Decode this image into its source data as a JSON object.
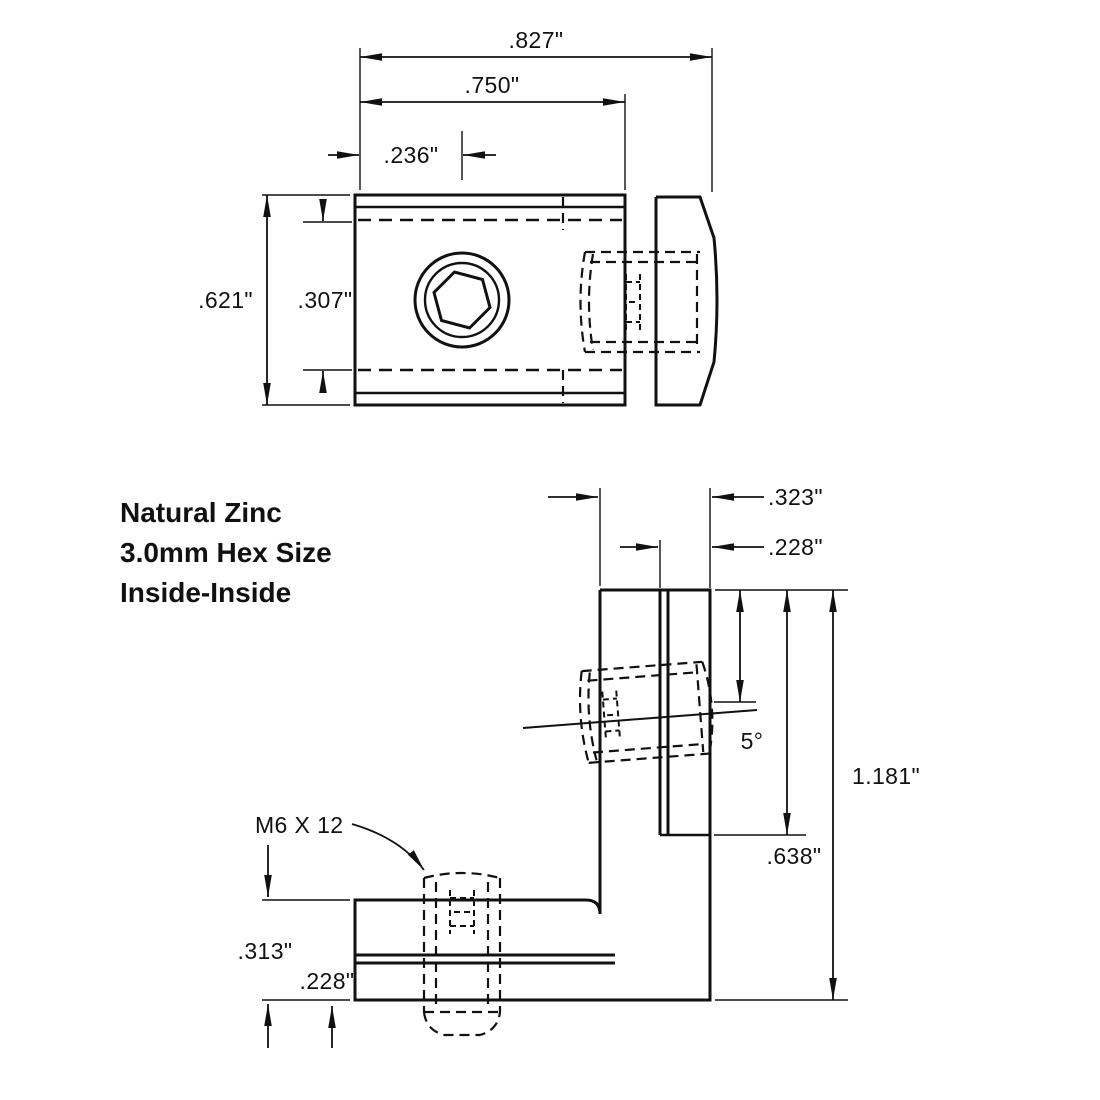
{
  "drawing": {
    "notes": [
      "Natural Zinc",
      "3.0mm Hex Size",
      "Inside-Inside"
    ],
    "top_view": {
      "dim_total_width": ".827\"",
      "dim_body_width": ".750\"",
      "dim_offset": ".236\"",
      "dim_total_height": ".621\"",
      "dim_inner_height": ".307\""
    },
    "bottom_view": {
      "dim_depth": ".323\"",
      "dim_slot": ".228\"",
      "dim_total_height": "1.181\"",
      "dim_upper": ".638\"",
      "dim_angle": "5°",
      "screw_callout": "M6 X 12",
      "dim_leg_thickness": ".313\"",
      "dim_leg_inner": ".228\""
    }
  }
}
